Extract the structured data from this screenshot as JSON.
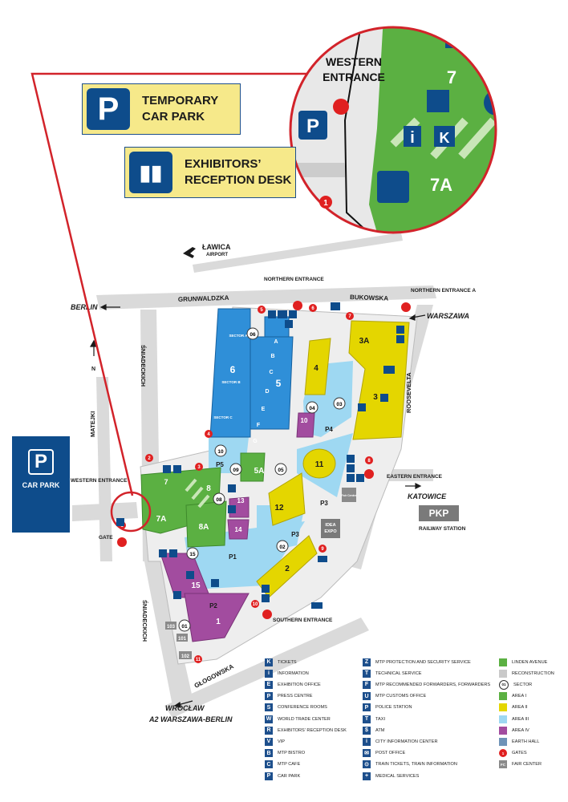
{
  "callouts": {
    "temporary_car_park": "TEMPORARY\nCAR PARK",
    "temporary_car_park_l1": "TEMPORARY",
    "temporary_car_park_l2": "CAR PARK",
    "exhibitors_l1": "EXHIBITORS’",
    "exhibitors_l2": "RECEPTION DESK"
  },
  "zoom": {
    "entrance_l1": "WESTERN",
    "entrance_l2": "ENTRANCE",
    "hall_7": "7",
    "hall_7a": "7A",
    "gate_1": "1"
  },
  "directions": {
    "lawica": "ŁAWICA",
    "airport": "AIRPORT",
    "berlin": "BERLIN",
    "warszawa": "WARSZAWA",
    "katowice": "KATOWICE",
    "wroclaw": "WROCŁAW",
    "a2": "A2 WARSZAWA-BERLIN",
    "north_arrow": "N"
  },
  "streets": {
    "grunwaldzka": "GRUNWALDZKA",
    "bukowska": "BUKOWSKA",
    "sniadeckich_top": "ŚNIADECKICH",
    "sniadeckich_bottom": "ŚNIADECKICH",
    "matejki": "MATEJKI",
    "roosevelta": "ROOSEVELTA",
    "glogowska": "GŁOGOWSKA"
  },
  "entrances": {
    "northern": "NORTHERN ENTRANCE",
    "northern_a": "NORTHERN ENTRANCE A",
    "western": "WESTERN ENTRANCE",
    "eastern": "EASTERN ENTRANCE",
    "southern": "SOUTHERN ENTRANCE",
    "gate": "GATE"
  },
  "car_park": {
    "label": "CAR PARK",
    "icon": "P"
  },
  "railway": {
    "badge": "PKP",
    "label": "RAILWAY STATION"
  },
  "halls": {
    "h1": "1",
    "h2": "2",
    "h3": "3",
    "h3a": "3A",
    "h4": "4",
    "h5": "5",
    "h5a": "5A",
    "h6": "6",
    "h7": "7",
    "h7a": "7A",
    "h8": "8",
    "h8a": "8A",
    "h10": "10",
    "h11": "11",
    "h12": "12",
    "h13": "13",
    "h14": "14",
    "h15": "15",
    "idea_expo_1": "IDEA",
    "idea_expo_2": "EXPO",
    "fair_centre": "Fair Centre",
    "sector_a": "SECTOR A",
    "sector_b": "SECTOR B",
    "sector_c": "SECTOR C",
    "letters": [
      "A",
      "B",
      "C",
      "D",
      "E",
      "F",
      "G"
    ]
  },
  "parking_areas": {
    "p1": "P1",
    "p2": "P2",
    "p3a": "P3",
    "p3b": "P3",
    "p4": "P4",
    "p5": "P5"
  },
  "sectors": [
    "01",
    "02",
    "03",
    "04",
    "05",
    "06",
    "08",
    "09",
    "10",
    "15",
    "101",
    "102",
    "103"
  ],
  "gates": [
    "1",
    "2",
    "3",
    "4",
    "5",
    "6",
    "7",
    "8",
    "9",
    "10",
    "11"
  ],
  "legend": {
    "col1": [
      "TICKETS",
      "INFORMATION",
      "EXHIBITION OFFICE",
      "PRESS CENTRE",
      "CONFERENCE ROOMS",
      "WORLD TRADE CENTER",
      "EXHIBITORS' RECEPTION DESK",
      "VIP",
      "MTP BISTRO",
      "MTP CAFE",
      "CAR PARK"
    ],
    "col2": [
      "MTP PROTECTION AND SECURITY SERVICE",
      "TECHNICAL SERVICE",
      "MTP RECOMMENDED FORWARDERS, FORWARDERS",
      "MTP CUSTOMS OFFICE",
      "POLICE STATION",
      "TAXI",
      "ATM",
      "CITY INFORMATION CENTER",
      "POST OFFICE",
      "TRAIN TICKETS, TRAIN INFORMATION",
      "MEDICAL SERVICES"
    ],
    "col3": [
      "LINDEN AVENUE",
      "RECONSTRUCTION",
      "SECTOR",
      "AREA I",
      "AREA II",
      "AREA III",
      "AREA IV",
      "EARTH HALL",
      "GATES",
      "FAIR CENTER"
    ],
    "col1_icons": [
      "K",
      "i",
      "E",
      "P",
      "S",
      "W",
      "R",
      "V",
      "B",
      "C",
      "P"
    ],
    "col2_icons": [
      "Z",
      "T",
      "F",
      "U",
      "P",
      "T",
      "$",
      "i",
      "✉",
      "⊙",
      "+"
    ],
    "col3_swatches": [
      "#5bb042",
      "#c9c9c9",
      "#ffffff",
      "#5bb042",
      "#e4d600",
      "#9ed8f2",
      "#a24c9f",
      "#6f93b8",
      "#e02020",
      "#8a8a8a"
    ],
    "col3_badges": [
      "",
      "",
      "01",
      "",
      "",
      "",
      "",
      "",
      "1",
      "FC"
    ]
  },
  "colors": {
    "area_i": "#5bb042",
    "area_ii": "#e4d600",
    "area_iii": "#9ed8f2",
    "area_iv": "#a24c9f",
    "blue_hall": "#2f8fd8",
    "brand": "#0e4c8b",
    "road": "#d9d9d9",
    "gate": "#e02020"
  }
}
